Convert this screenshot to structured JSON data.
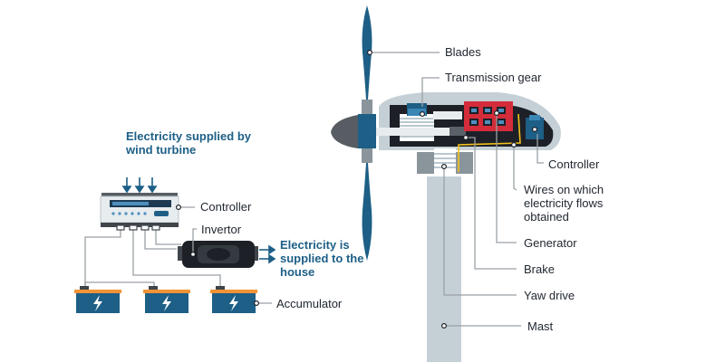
{
  "labels": {
    "blades": "Blades",
    "transmission_gear": "Transmission gear",
    "controller_turbine": "Controller",
    "wires": "Wires on which electricity flows obtained",
    "generator": "Generator",
    "brake": "Brake",
    "yaw_drive": "Yaw drive",
    "mast": "Mast",
    "controller_home": "Controller",
    "invertor": "Invertor",
    "accumulator": "Accumulator"
  },
  "callouts": {
    "supplied_by_turbine": "Electricity supplied by wind turbine",
    "supplied_to_house": "Electricity is supplied to the house"
  },
  "colors": {
    "dark_blue": "#1d5f86",
    "mast_grey": "#c5d0d6",
    "nacelle_dark": "#1d2027",
    "battery_orange": "#f29336",
    "leader_grey": "#9aa1a6",
    "brake_red": "#d42c3a",
    "wire_yellow": "#f3c21b"
  },
  "icons": [
    "lightning-bolt-icon",
    "down-arrow-icon",
    "right-arrow-icon"
  ]
}
